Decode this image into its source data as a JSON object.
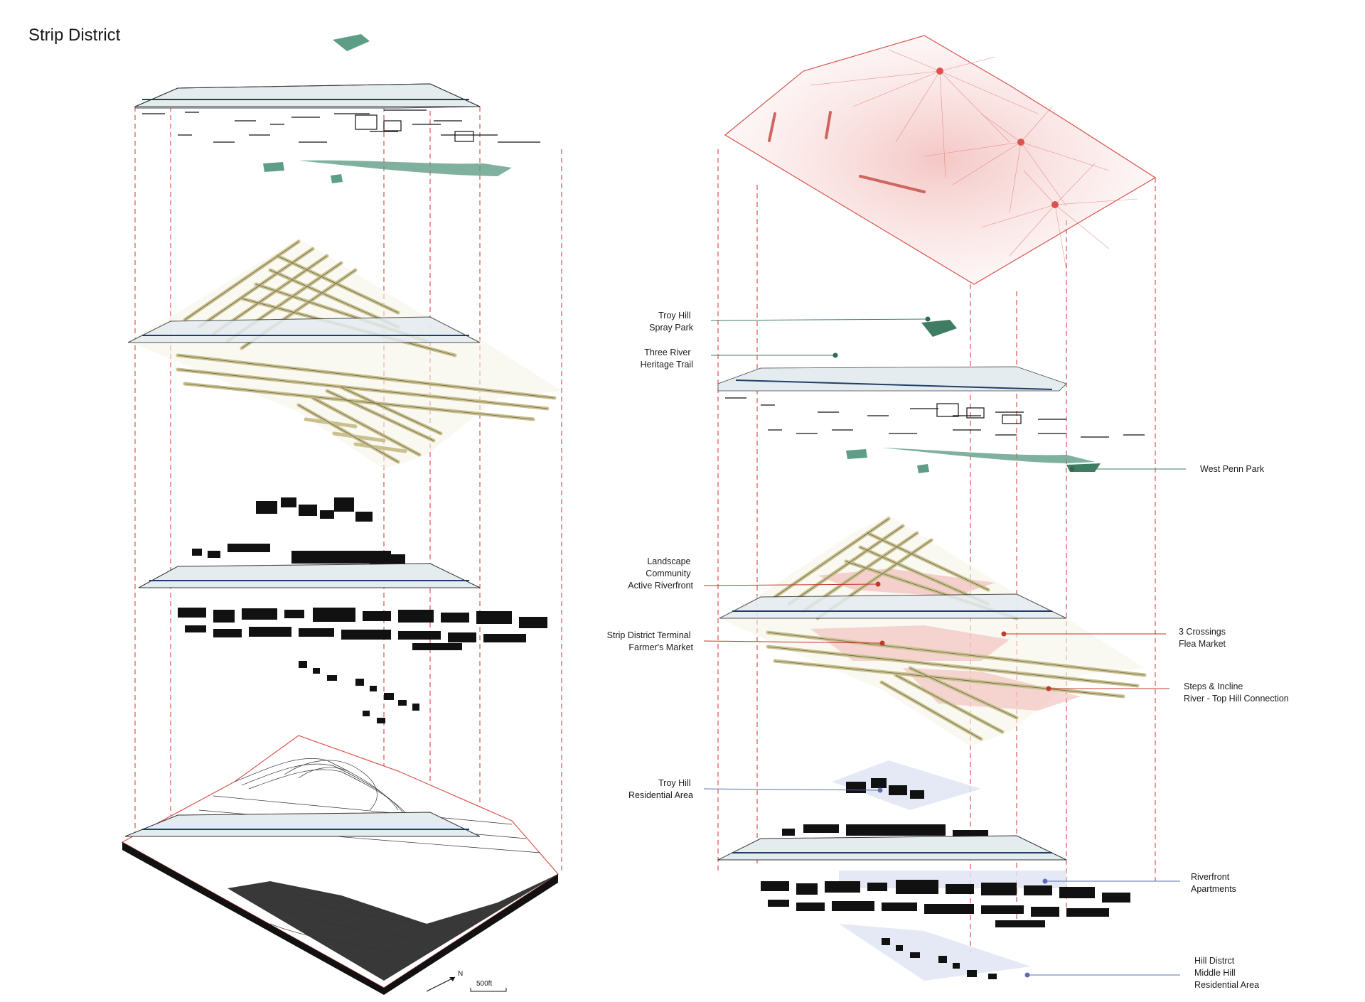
{
  "title": "Strip District",
  "colors": {
    "guide_red": "#d9534f",
    "park_green": "#5f9e86",
    "trail_green": "#3f7d63",
    "street_olive": "#c9c08e",
    "street_stroke": "#6b6647",
    "building_black": "#111111",
    "river_blue": "#1f3f66",
    "water_gray": "#e4ecf0",
    "landscape_pink": "#e79a98",
    "residential_blue": "#5a6fb3"
  },
  "labels": {
    "troy_hill_spray_park": [
      "Troy Hill",
      "Spray Park"
    ],
    "three_river_trail": [
      "Three River",
      "Heritage Trail"
    ],
    "west_penn_park": [
      "West Penn Park"
    ],
    "landscape_community": [
      "Landscape",
      "Community",
      "Active Riverfront"
    ],
    "strip_terminal": [
      "Strip District Terminal",
      "Farmer's Market"
    ],
    "three_crossings": [
      "3 Crossings",
      "Flea Market"
    ],
    "steps_incline": [
      "Steps & Incline",
      "River - Top Hill Connection"
    ],
    "troy_hill_residential": [
      "Troy Hill",
      "Residential Area"
    ],
    "riverfront_apartments": [
      "Riverfront",
      "Apartments"
    ],
    "hill_district": [
      "Hill Distrct",
      "Middle Hill",
      "Residential Area"
    ]
  },
  "scale": {
    "label": "500ft",
    "north": "N"
  }
}
